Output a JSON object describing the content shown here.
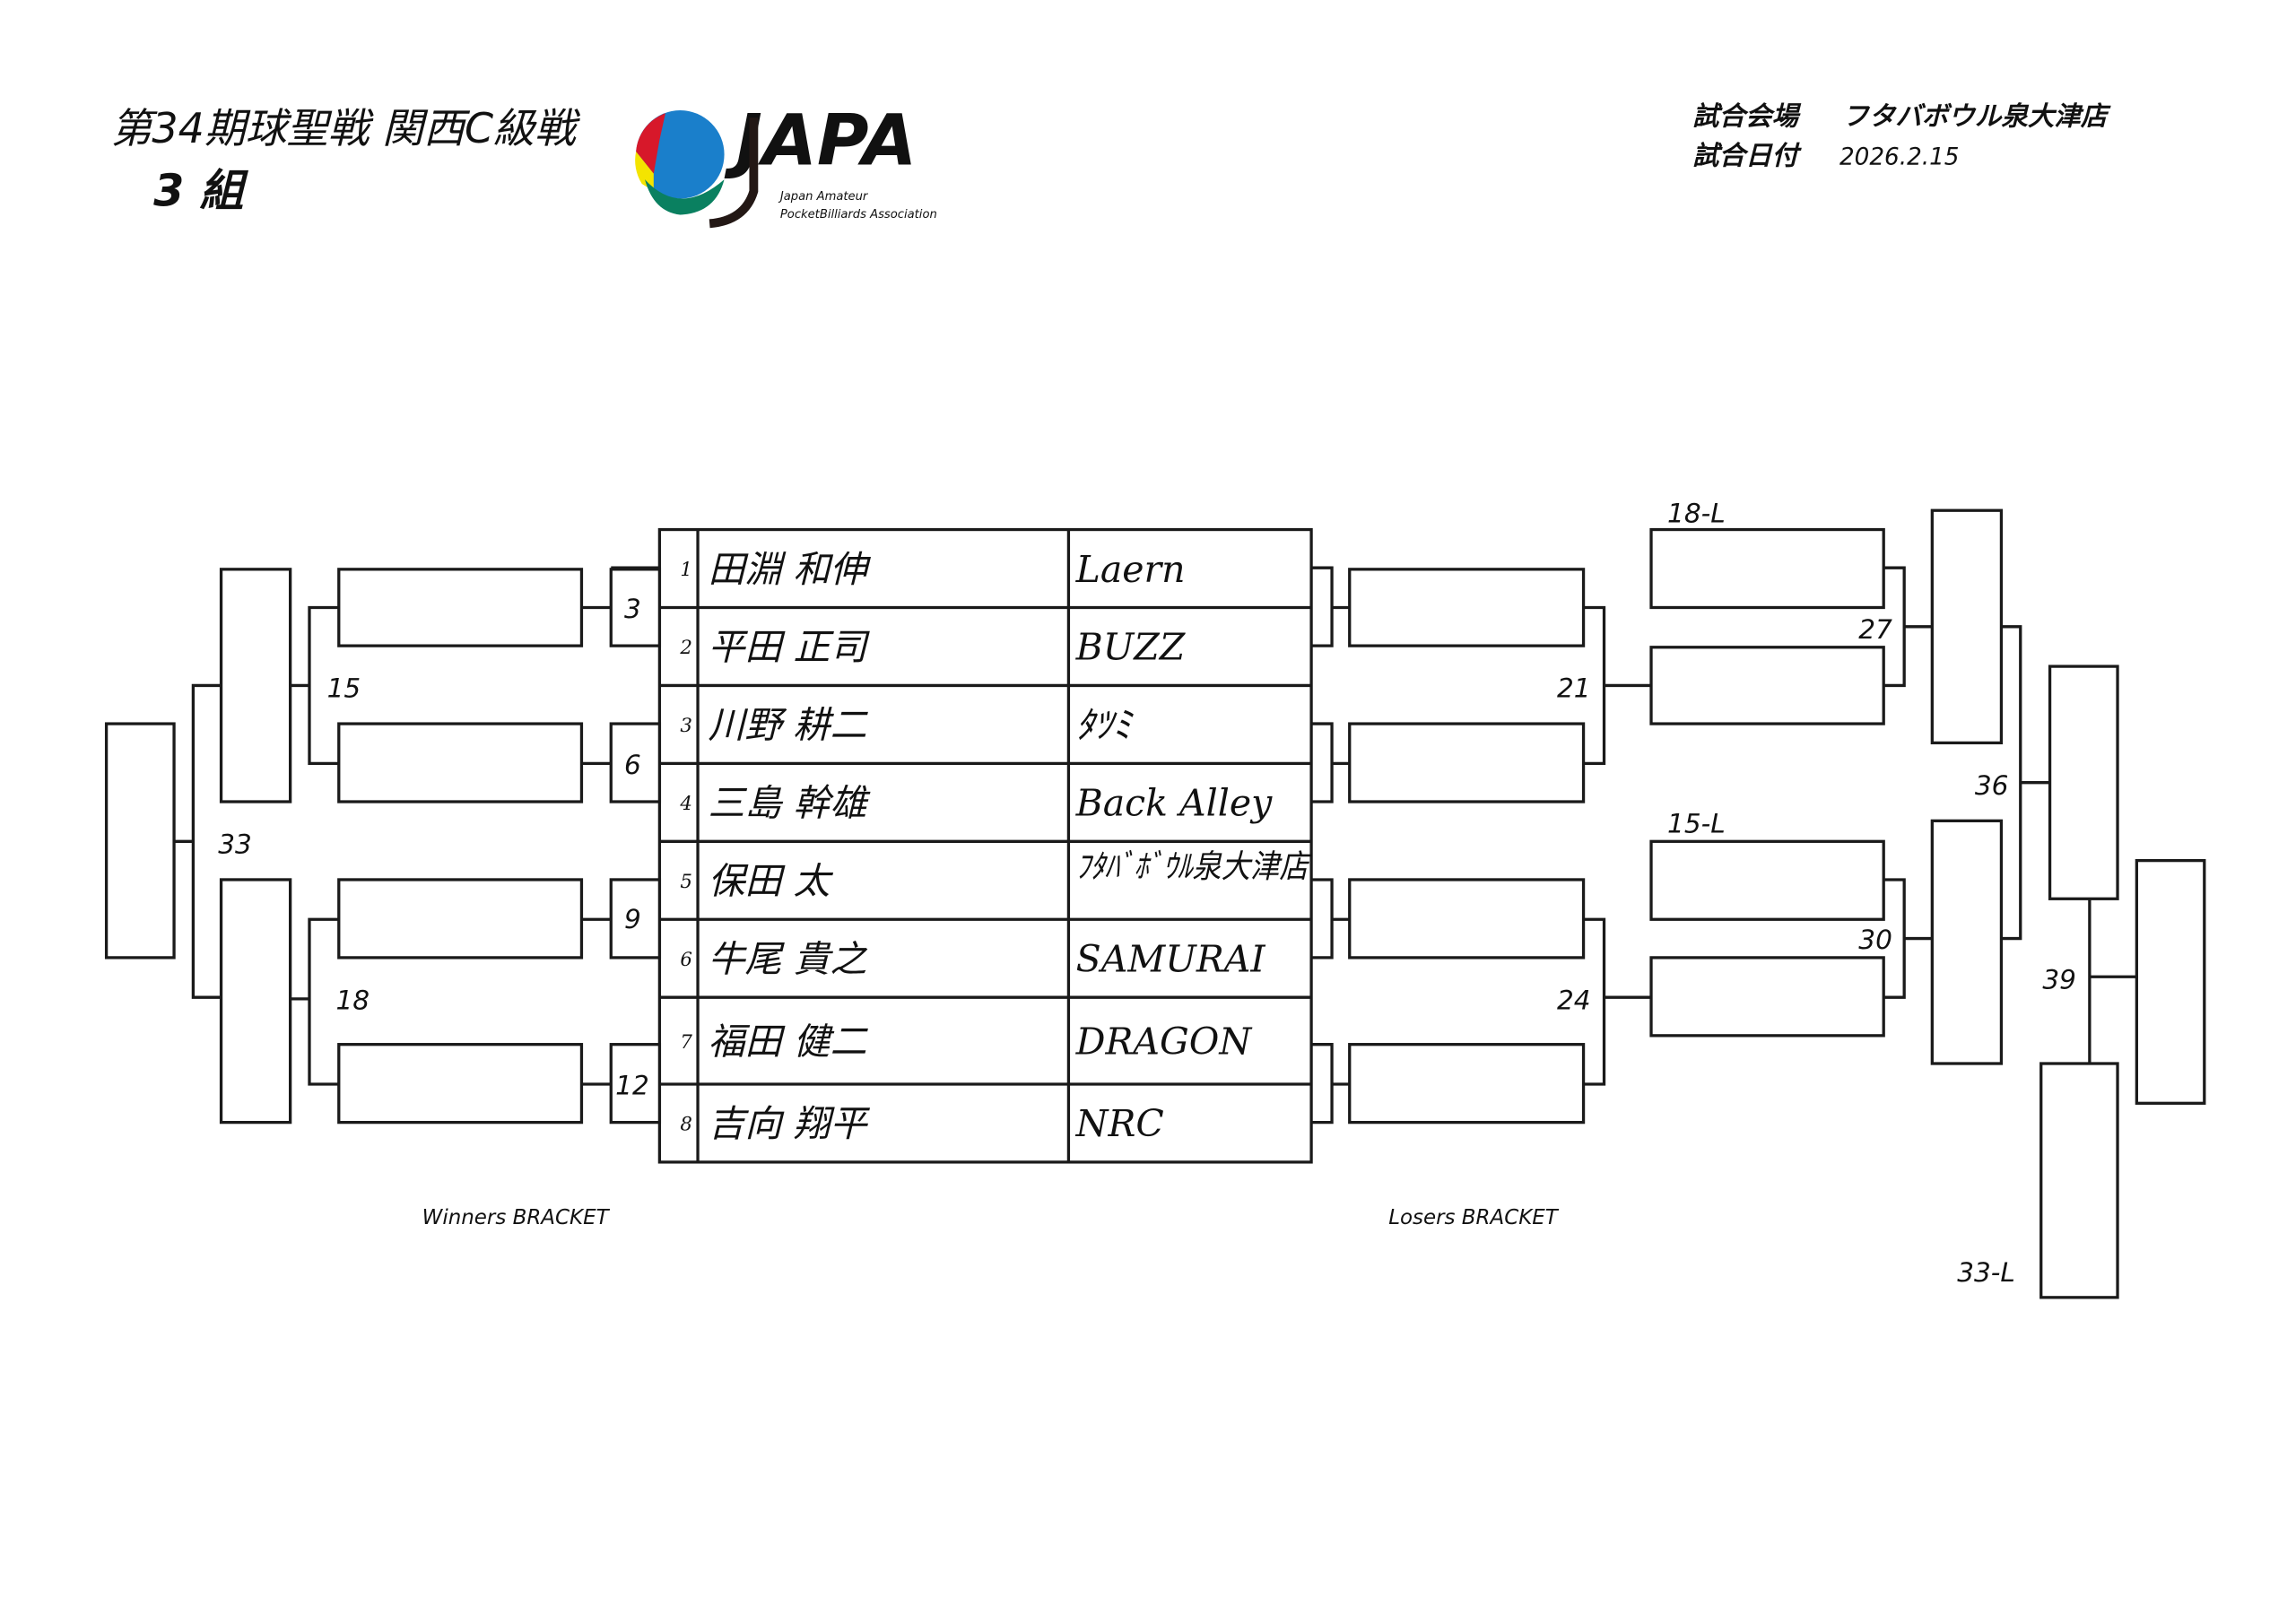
{
  "header": {
    "title": "第34期球聖戦 関西C級戦",
    "group": "3 組",
    "venue_label": "試合会場",
    "venue": "フタバボウル泉大津店",
    "date_label": "試合日付",
    "date": "2026.2.15"
  },
  "logo": {
    "wordmark": "JAPA",
    "line1": "Japan Amateur",
    "line2": "PocketBilliards Association",
    "colors": {
      "red": "#d7182a",
      "blue": "#1a7fcb",
      "yellow": "#f4e400",
      "green": "#0a8060"
    }
  },
  "players": [
    {
      "seed": "1",
      "name": "田淵 和伸",
      "team": "Laern"
    },
    {
      "seed": "2",
      "name": "平田 正司",
      "team": "BUZZ"
    },
    {
      "seed": "3",
      "name": "川野 耕二",
      "team": "ﾀﾂﾐ"
    },
    {
      "seed": "4",
      "name": "三島 幹雄",
      "team": "Back Alley"
    },
    {
      "seed": "5",
      "name": "保田 太",
      "team": "ﾌﾀﾊﾞﾎﾞｳﾙ泉大津店"
    },
    {
      "seed": "6",
      "name": "牛尾 貴之",
      "team": "SAMURAI"
    },
    {
      "seed": "7",
      "name": "福田 健二",
      "team": "DRAGON"
    },
    {
      "seed": "8",
      "name": "吉向 翔平",
      "team": "NRC"
    }
  ],
  "winners": {
    "label": "Winners BRACKET",
    "matches": {
      "m3": "3",
      "m6": "6",
      "m9": "9",
      "m12": "12",
      "m15": "15",
      "m18": "18",
      "m33": "33"
    }
  },
  "losers": {
    "label": "Losers BRACKET",
    "matches": {
      "m21": "21",
      "m24": "24",
      "m27": "27",
      "m30": "30",
      "m36": "36",
      "m39": "39"
    },
    "drop_ins": {
      "d18": "18-L",
      "d15": "15-L",
      "d33": "33-L"
    }
  }
}
